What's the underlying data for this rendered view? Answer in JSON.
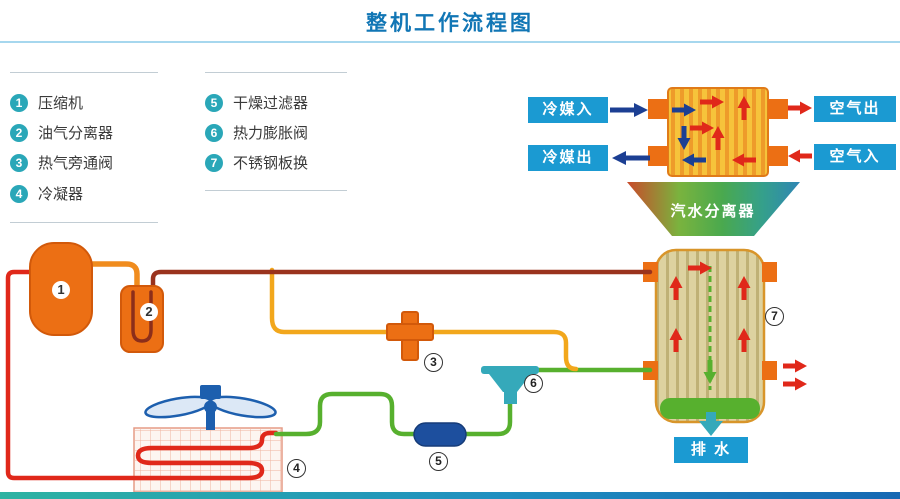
{
  "title": "整机工作流程图",
  "legend": {
    "col1": [
      {
        "num": "1",
        "label": "压缩机"
      },
      {
        "num": "2",
        "label": "油气分离器"
      },
      {
        "num": "3",
        "label": "热气旁通阀"
      },
      {
        "num": "4",
        "label": "冷凝器"
      }
    ],
    "col2": [
      {
        "num": "5",
        "label": "干燥过滤器"
      },
      {
        "num": "6",
        "label": "热力膨胀阀"
      },
      {
        "num": "7",
        "label": "不锈钢板换"
      }
    ]
  },
  "boxes": {
    "refrigerant_in": "冷媒入",
    "refrigerant_out": "冷媒出",
    "air_out": "空气出",
    "air_in": "空气入",
    "drain": "排 水"
  },
  "separator_label": "汽水分离器",
  "marks": {
    "m1": "1",
    "m2": "2",
    "m3": "3",
    "m4": "4",
    "m5": "5",
    "m6": "6",
    "m7": "7"
  },
  "colors": {
    "title_blue": "#1176b5",
    "badge_teal": "#2aa7b8",
    "label_blue": "#1b9ad2",
    "pipe_red": "#e0281a",
    "pipe_green": "#57b02e",
    "pipe_yellow": "#f2a71c",
    "pipe_maroon": "#9a331d",
    "pipe_orange": "#f08c1e",
    "component_orange": "#ec6f14",
    "component_orange_dark": "#d2590a",
    "vessel_tan": "#ddd2a0",
    "filter_navy": "#1d4f9e",
    "valve_teal": "#35a9ba",
    "fan_blue": "#1d5fae",
    "arrow_navy": "#1c3f93"
  }
}
